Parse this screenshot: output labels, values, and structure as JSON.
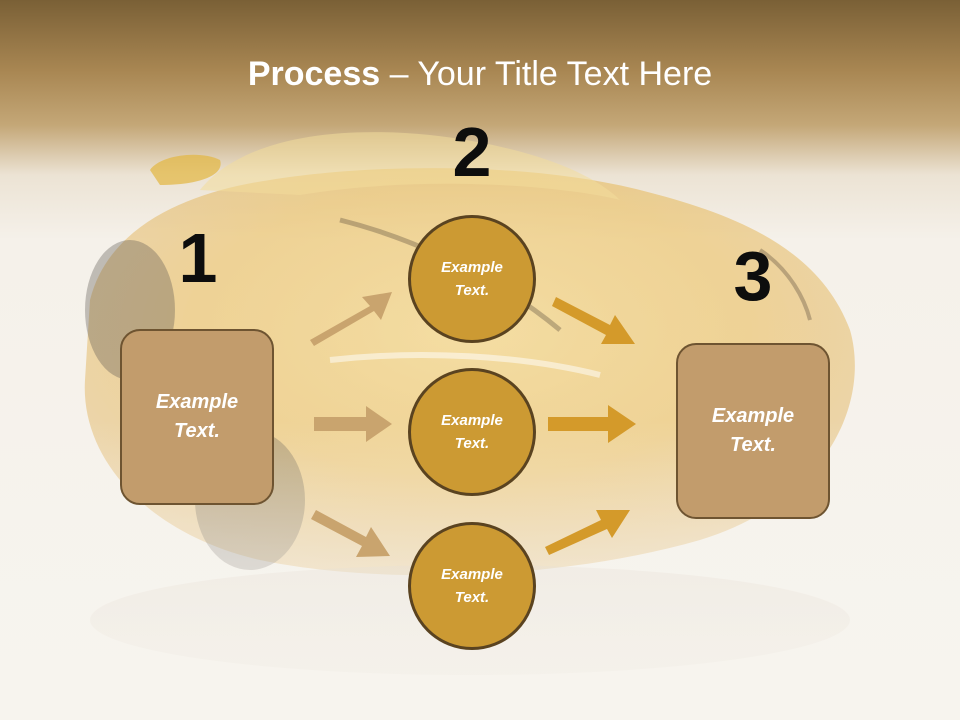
{
  "title": {
    "bold": "Process",
    "rest": " – Your Title Text Here"
  },
  "steps": {
    "one": "1",
    "two": "2",
    "three": "3"
  },
  "left_box": {
    "line1": "Example",
    "line2": "Text."
  },
  "right_box": {
    "line1": "Example",
    "line2": "Text."
  },
  "circles": [
    {
      "line1": "Example",
      "line2": "Text."
    },
    {
      "line1": "Example",
      "line2": "Text."
    },
    {
      "line1": "Example",
      "line2": "Text."
    }
  ],
  "colors": {
    "box": "#c29c6c",
    "circle": "#cc9a33",
    "arrow_in": "#c9a46e",
    "arrow_out": "#d49a2a"
  },
  "background_image": "yellow-sports-car-photo"
}
